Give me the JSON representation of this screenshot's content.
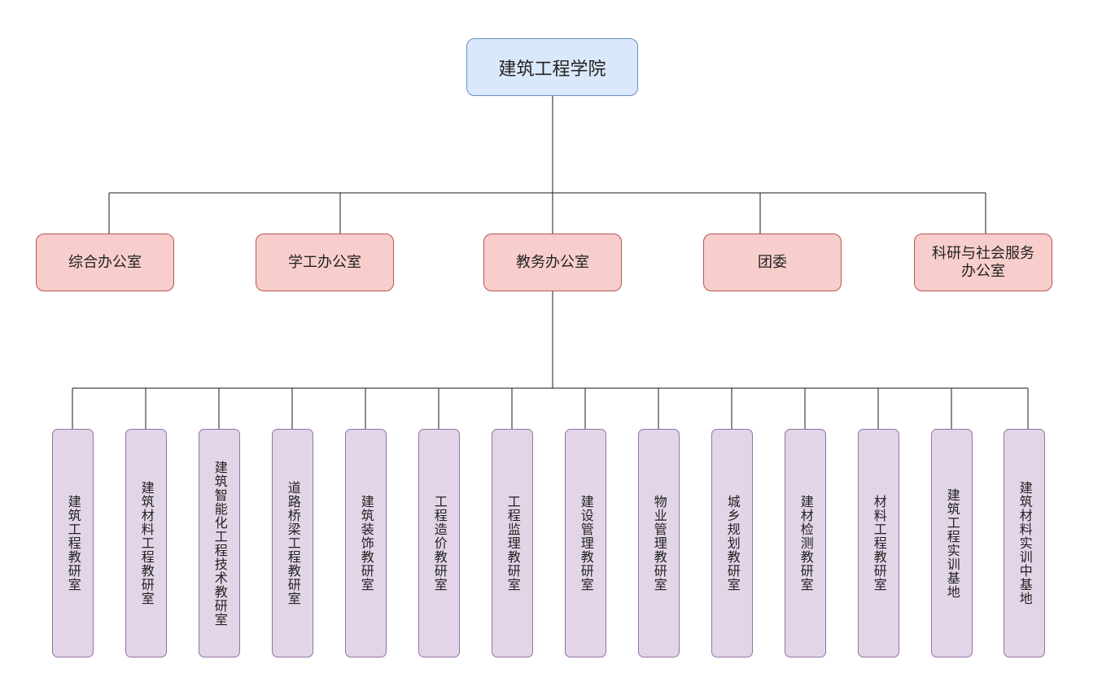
{
  "root": {
    "label": "建筑工程学院"
  },
  "offices": [
    {
      "label": "综合办公室"
    },
    {
      "label": "学工办公室"
    },
    {
      "label": "教务办公室"
    },
    {
      "label": "团委"
    },
    {
      "label": "科研与社会服务办公室",
      "lines": [
        "科研与社会服务",
        "办公室"
      ]
    }
  ],
  "rooms": [
    {
      "label": "建筑工程教研室"
    },
    {
      "label": "建筑材料工程教研室"
    },
    {
      "label": "建筑智能化工程技术教研室"
    },
    {
      "label": "道路桥梁工程教研室"
    },
    {
      "label": "建筑装饰教研室"
    },
    {
      "label": "工程造价教研室"
    },
    {
      "label": "工程监理教研室"
    },
    {
      "label": "建设管理教研室"
    },
    {
      "label": "物业管理教研室"
    },
    {
      "label": "城乡规划教研室"
    },
    {
      "label": "建材检测教研室"
    },
    {
      "label": "材料工程教研室"
    },
    {
      "label": "建筑工程实训基地"
    },
    {
      "label": "建筑材料实训中基地"
    }
  ],
  "colors": {
    "root_fill": "#dae8fc",
    "root_stroke": "#6c8ebf",
    "office_fill": "#f8cecc",
    "office_stroke": "#b85450",
    "room_fill": "#e1d5e7",
    "room_stroke": "#9673a6",
    "connector": "#1a1a1a"
  }
}
